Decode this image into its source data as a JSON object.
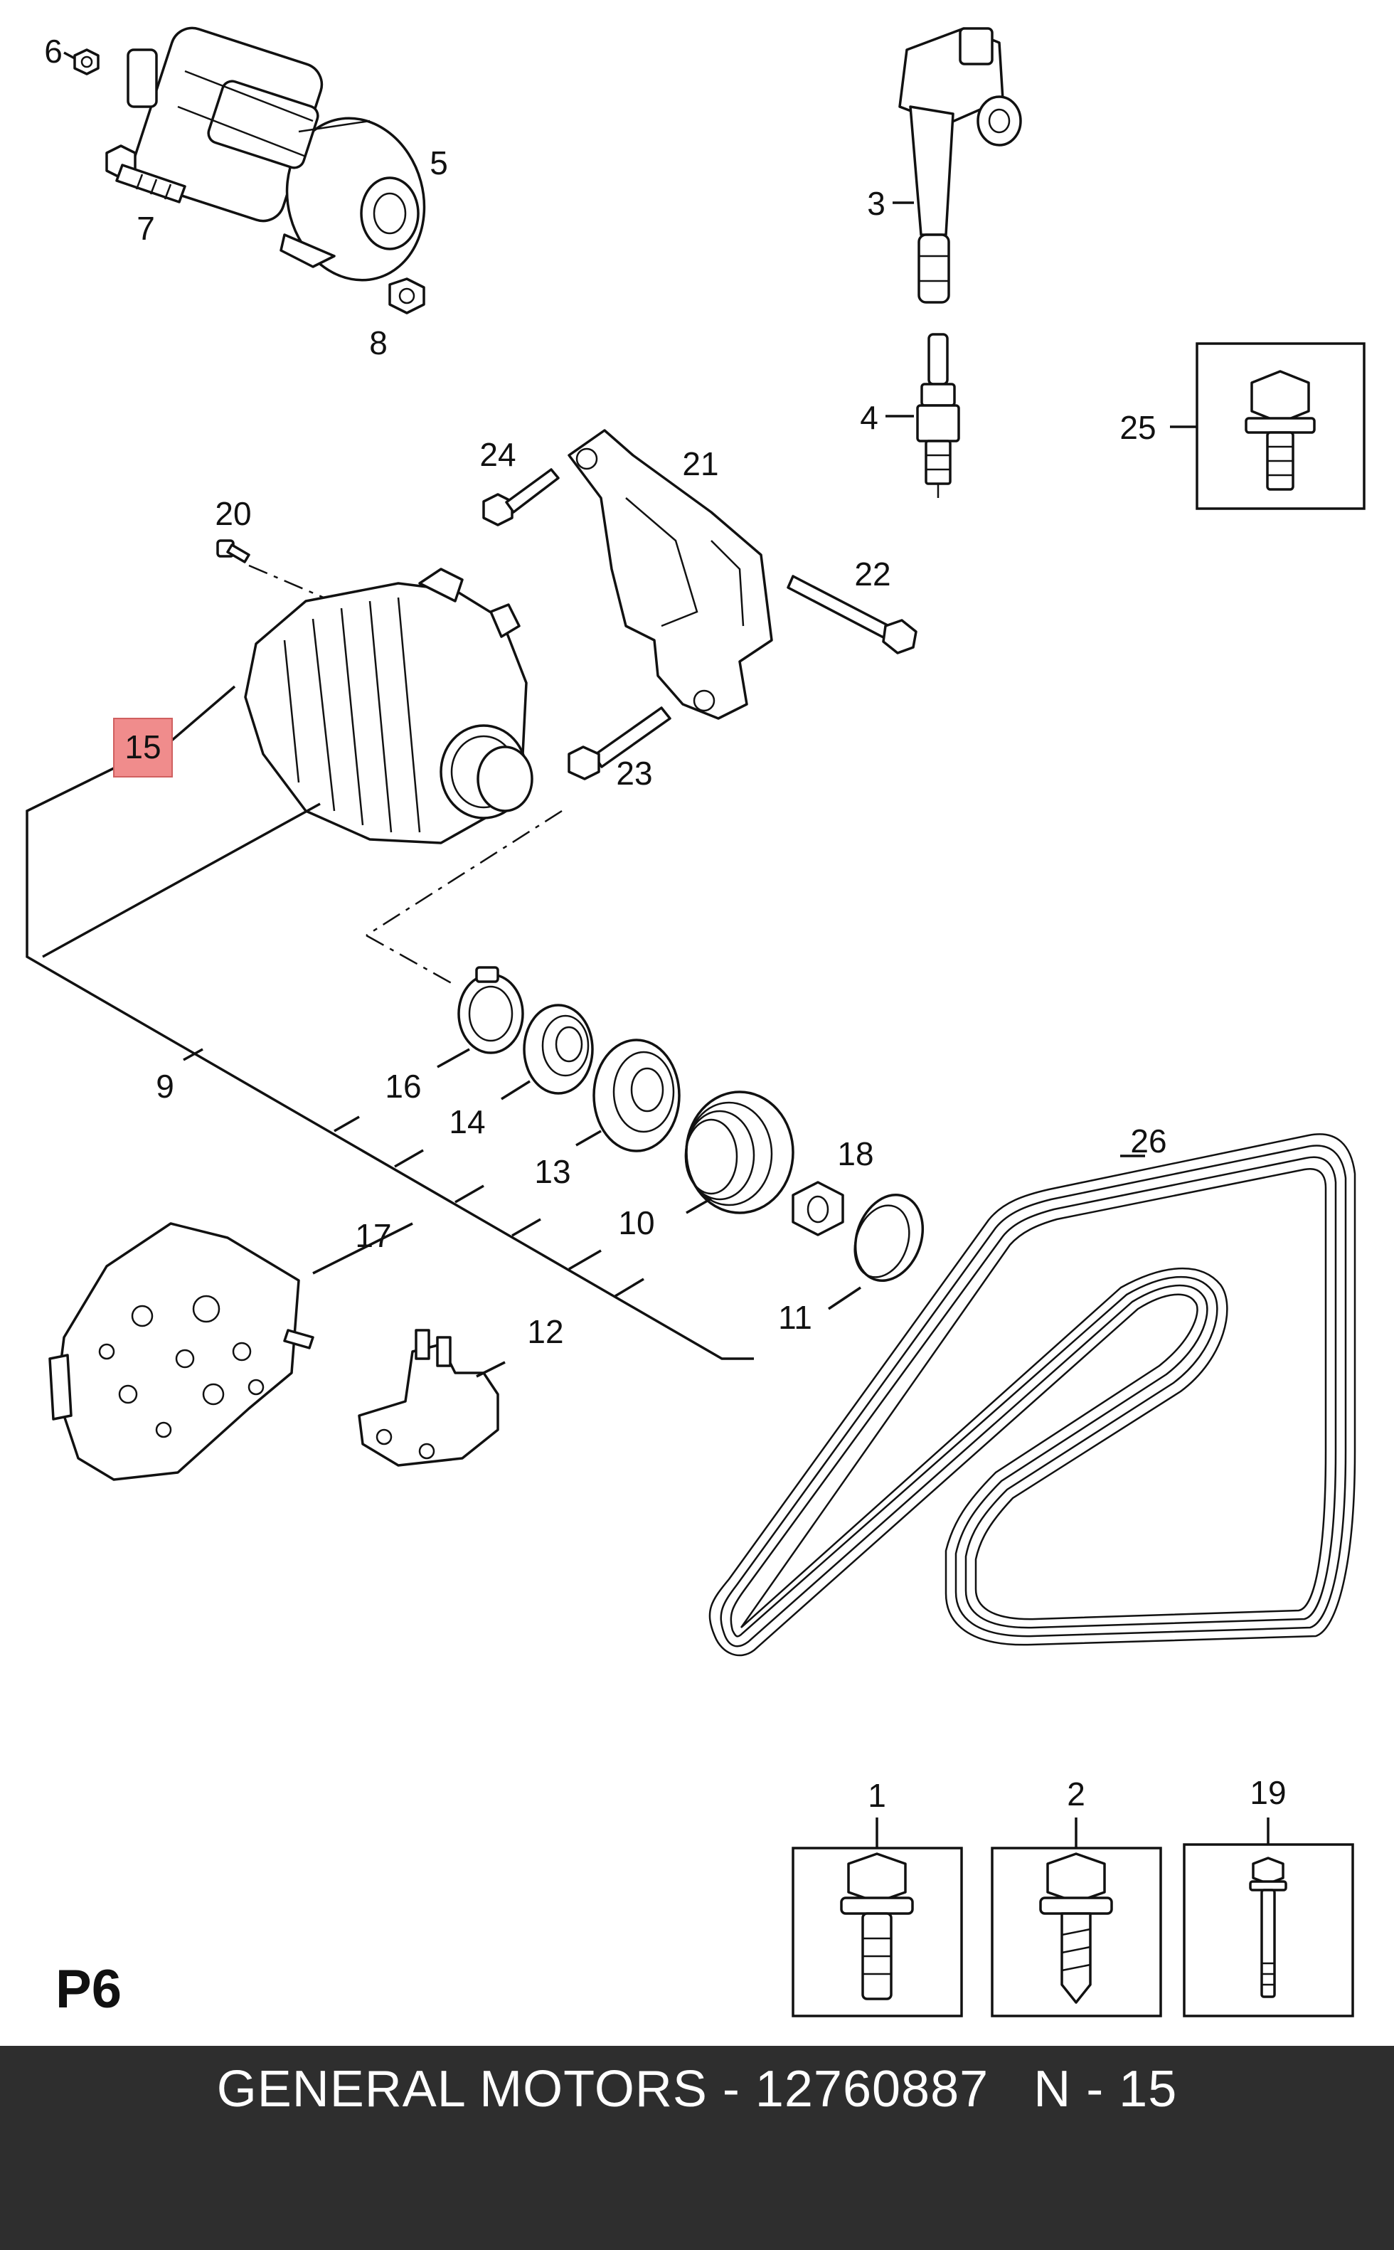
{
  "diagram": {
    "page_code": "P6",
    "highlighted_callout": "15",
    "highlight_color": "#f08c8c",
    "callouts": {
      "c1": "1",
      "c2": "2",
      "c3": "3",
      "c4": "4",
      "c5": "5",
      "c6": "6",
      "c7": "7",
      "c8": "8",
      "c9": "9",
      "c10": "10",
      "c11": "11",
      "c12": "12",
      "c13": "13",
      "c14": "14",
      "c16": "16",
      "c17": "17",
      "c18": "18",
      "c19": "19",
      "c20": "20",
      "c21": "21",
      "c22": "22",
      "c23": "23",
      "c24": "24",
      "c25": "25",
      "c26": "26"
    }
  },
  "footer": {
    "text": "GENERAL MOTORS - 12760887   N - 15",
    "background": "#2e2e2e"
  }
}
